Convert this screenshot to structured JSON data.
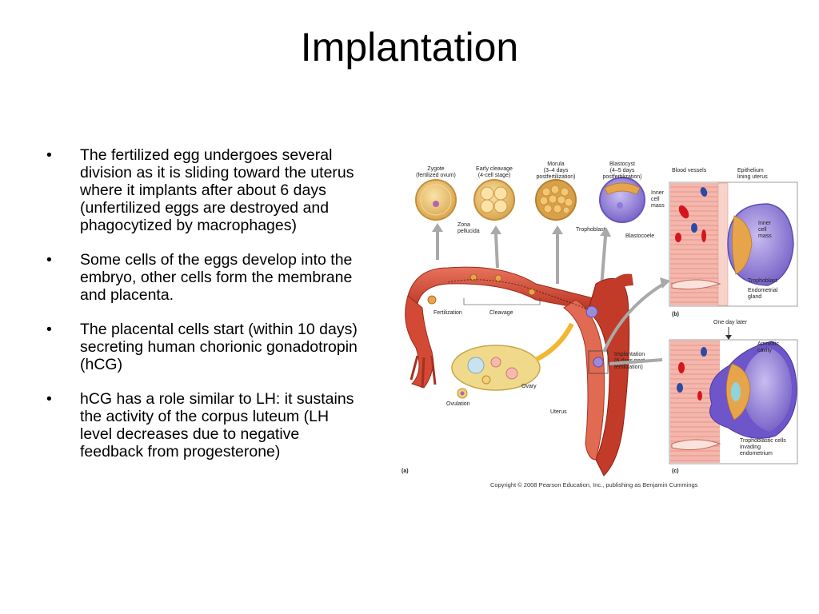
{
  "title": "Implantation",
  "bullets": [
    "The fertilized egg undergoes several division as it is sliding toward the uterus where it implants after about 6 days (unfertilized eggs are destroyed and phagocytized by macrophages)",
    "Some cells of the eggs develop into the embryo, other cells form the membrane and placenta.",
    "The placental cells start (within 10 days) secreting human chorionic gonadotropin (hCG)",
    "hCG has a role similar to LH: it sustains the activity of the corpus luteum (LH level decreases due to negative feedback from progesterone)"
  ],
  "figure": {
    "stages": [
      {
        "l1": "Zygote",
        "l2": "(fertilized ovum)",
        "l3": ""
      },
      {
        "l1": "Early cleavage",
        "l2": "(4-cell stage)",
        "l3": ""
      },
      {
        "l1": "Morula",
        "l2": "(3–4 days",
        "l3": "postfertilization)"
      },
      {
        "l1": "Blastocyst",
        "l2": "(4–5 days",
        "l3": "postfertilization)"
      }
    ],
    "zona_l1": "Zona",
    "zona_l2": "pellucida",
    "inner_l1": "Inner",
    "inner_l2": "cell",
    "inner_l3": "mass",
    "trophoblast": "Trophoblast",
    "blastocoele": "Blastocoele",
    "fertilization": "Fertilization",
    "cleavage": "Cleavage",
    "ovary": "Ovary",
    "ovulation": "Ovulation",
    "uterus": "Uterus",
    "implantation_l1": "Implantation",
    "implantation_l2": "(6 days post-",
    "implantation_l3": "fertilization)",
    "panel_a": "(a)",
    "panel_b": "(b)",
    "panel_c": "(c)",
    "blood_vessels": "Blood vessels",
    "epithelium_l1": "Epithelium",
    "epithelium_l2": "lining uterus",
    "b_inner_l1": "Inner",
    "b_inner_l2": "cell",
    "b_inner_l3": "mass",
    "b_trophoblast": "Trophoblast",
    "endometrial_l1": "Endometrial",
    "endometrial_l2": "gland",
    "one_day_later": "One day later",
    "amniotic_l1": "Amniotic",
    "amniotic_l2": "cavity",
    "tropho_inv_l1": "Trophoblastic cells",
    "tropho_inv_l2": "invading",
    "tropho_inv_l3": "endometrium",
    "copyright": "Copyright © 2008 Pearson Education, Inc., publishing as Benjamin Cummings"
  }
}
